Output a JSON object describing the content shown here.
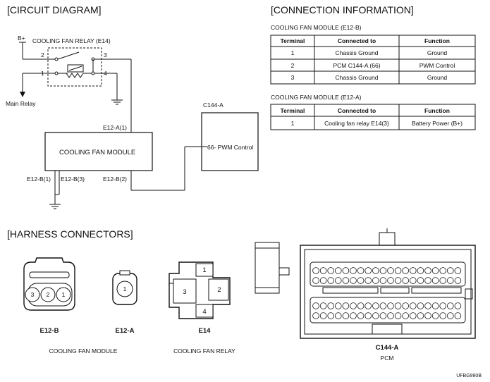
{
  "circuit": {
    "heading": "[CIRCUIT DIAGRAM]",
    "b_plus": "B+",
    "relay_label": "COOLING FAN RELAY (E14)",
    "relay_pins": [
      "2",
      "3",
      "1",
      "4"
    ],
    "main_relay": "Main Relay",
    "module_label": "COOLING FAN MODULE",
    "e12a1": "E12-A(1)",
    "e12b1": "E12-B(1)",
    "e12b3": "E12-B(3)",
    "e12b2": "E12-B(2)",
    "pcm_connector": "C144-A",
    "pcm_pin": "66- PWM Control"
  },
  "connection": {
    "heading": "[CONNECTION INFORMATION]",
    "table1_title": "COOLING FAN MODULE (E12-B)",
    "table2_title": "COOLING FAN MODULE (E12-A)",
    "headers": [
      "Terminal",
      "Connected to",
      "Function"
    ],
    "table1_rows": [
      [
        "1",
        "Chassis Ground",
        "Ground"
      ],
      [
        "2",
        "PCM C144-A (66)",
        "PWM Control"
      ],
      [
        "3",
        "Chassis Ground",
        "Ground"
      ]
    ],
    "table2_rows": [
      [
        "1",
        "Cooling fan relay E14(3)",
        "Battery Power (B+)"
      ]
    ]
  },
  "harness": {
    "heading": "[HARNESS CONNECTORS]",
    "e12b": {
      "name": "E12-B",
      "pins": [
        "3",
        "2",
        "1"
      ]
    },
    "e12a": {
      "name": "E12-A",
      "pins": [
        "1"
      ]
    },
    "e14": {
      "name": "E14",
      "pins": [
        "1",
        "2",
        "3",
        "4"
      ]
    },
    "c144a": {
      "name": "C144-A",
      "sub": "PCM"
    },
    "module_caption": "COOLING FAN MODULE",
    "relay_caption": "COOLING FAN RELAY",
    "figure_code": "UFBG990B"
  }
}
